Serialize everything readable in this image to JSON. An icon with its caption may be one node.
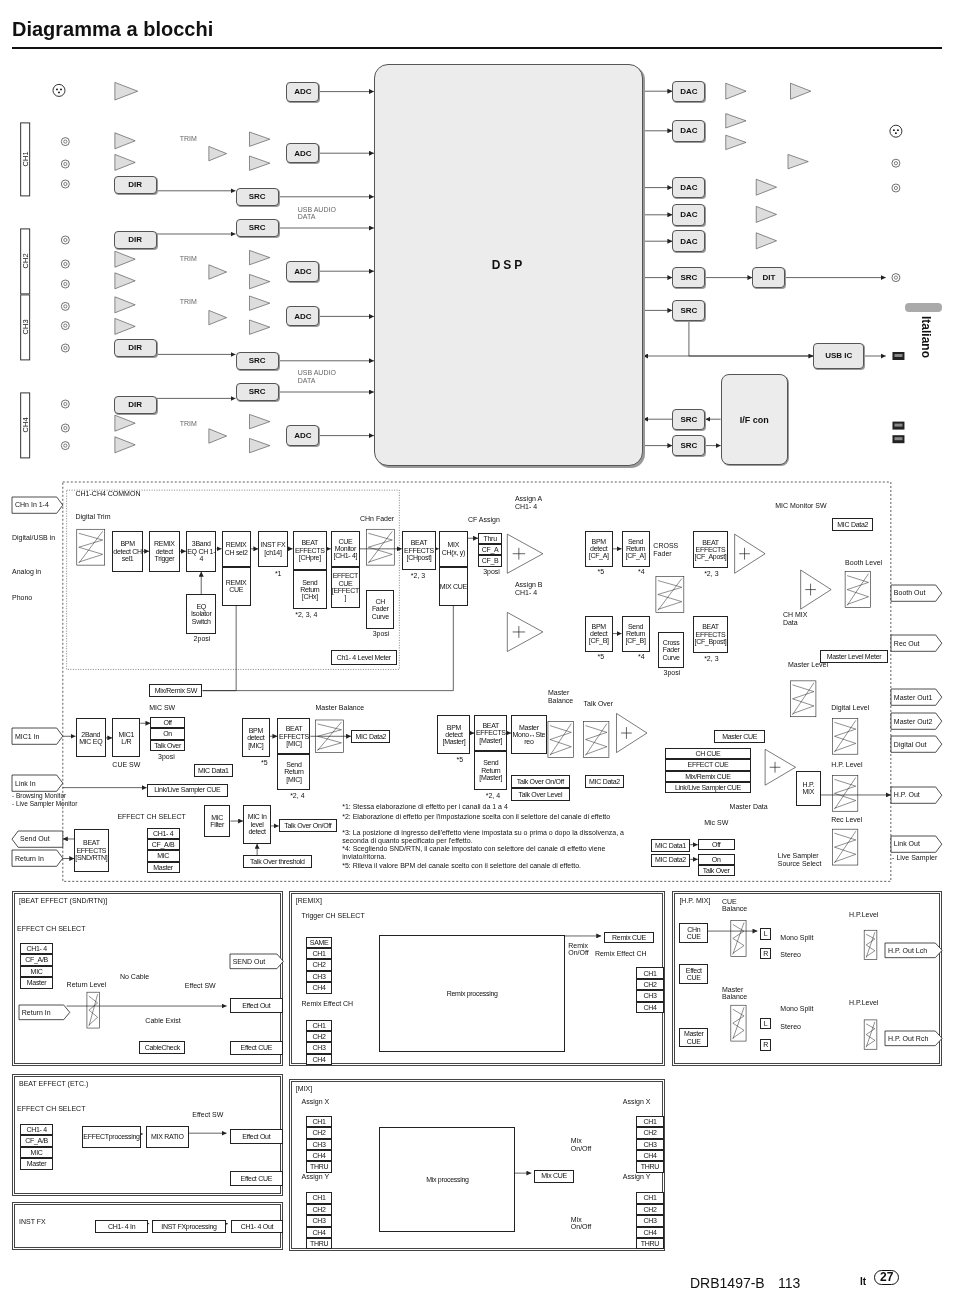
{
  "diagram": {
    "title": "Diagramma a blocchi",
    "nodes": [
      {
        "text": [
          "ADC"
        ]
      },
      {
        "text": [
          "ADC"
        ]
      },
      {
        "text": [
          "DIR"
        ]
      },
      {
        "text": [
          "SRC"
        ]
      },
      {
        "text": [
          "SRC"
        ]
      },
      {
        "text": [
          "DIR"
        ]
      },
      {
        "text": [
          "ADC"
        ]
      },
      {
        "text": [
          "ADC"
        ]
      },
      {
        "text": [
          "DIR"
        ]
      },
      {
        "text": [
          "SRC"
        ]
      },
      {
        "text": [
          "SRC"
        ]
      },
      {
        "text": [
          "DIR"
        ]
      },
      {
        "text": [
          "ADC"
        ]
      },
      {
        "text": [
          "DSP"
        ]
      },
      {
        "text": [
          "DAC"
        ]
      },
      {
        "text": [
          "DAC"
        ]
      },
      {
        "text": [
          "DAC"
        ]
      },
      {
        "text": [
          "DAC"
        ]
      },
      {
        "text": [
          "DAC"
        ]
      },
      {
        "text": [
          "SRC"
        ]
      },
      {
        "text": [
          "DIT"
        ]
      },
      {
        "text": [
          "SRC"
        ]
      },
      {
        "text": [
          "USB IC"
        ]
      },
      {
        "text": [
          "I/F con"
        ]
      },
      {
        "text": [
          "SRC"
        ]
      },
      {
        "text": [
          "SRC"
        ]
      },
      {
        "text": [
          "CH1"
        ]
      },
      {
        "text": [
          "CH2"
        ]
      },
      {
        "text": [
          "CH3"
        ]
      },
      {
        "text": [
          "CH4"
        ]
      },
      {
        "text": [
          "CHn In 1-4"
        ]
      },
      {
        "text": [
          "BPM detect CH sel1"
        ]
      },
      {
        "text": [
          "REMIX detect Trigger"
        ]
      },
      {
        "text": [
          "3Band EQ CH 1-4"
        ]
      },
      {
        "text": [
          "EQ Isolator Switch"
        ]
      },
      {
        "text": [
          "REMIX CH sel2"
        ]
      },
      {
        "text": [
          "REMIX CUE"
        ]
      },
      {
        "text": [
          "INST FX [ch14]"
        ]
      },
      {
        "text": [
          "BEAT EFFECTS [CHpre]"
        ]
      },
      {
        "text": [
          "Send Return [CHx]"
        ]
      },
      {
        "text": [
          "CUE Monitor [CH1- 4]"
        ]
      },
      {
        "text": [
          "EFFECT CUE [EFFECT]"
        ]
      },
      {
        "text": [
          "CH Fader Curve"
        ]
      },
      {
        "text": [
          "Ch1- 4 Level Meter"
        ]
      },
      {
        "text": [
          "BEAT EFFECTS [CHpost]"
        ]
      },
      {
        "text": [
          "MIX CH(x, y)"
        ]
      },
      {
        "text": [
          "MIX CUE"
        ]
      },
      {
        "text": [
          "Thru"
        ]
      },
      {
        "text": [
          "CF_A"
        ]
      },
      {
        "text": [
          "CF_B"
        ]
      },
      {
        "text": [
          "BPM detect [CF_A]"
        ]
      },
      {
        "text": [
          "Send Return [CF_A]"
        ]
      },
      {
        "text": [
          "BEAT EFFECTS [CF_Apost]"
        ]
      },
      {
        "text": [
          "BPM detect [CF_B]"
        ]
      },
      {
        "text": [
          "Send Return [CF_B]"
        ]
      },
      {
        "text": [
          "Cross Fader Curve"
        ]
      },
      {
        "text": [
          "BEAT EFFECTS [CF_Bpost]"
        ]
      },
      {
        "text": [
          "Mix/Remix SW"
        ]
      },
      {
        "text": [
          "MIC Data2"
        ]
      },
      {
        "text": [
          "Booth Out"
        ]
      },
      {
        "text": [
          "Rec Out"
        ]
      },
      {
        "text": [
          "Master Level Meter"
        ]
      },
      {
        "text": [
          "Master Out1"
        ]
      },
      {
        "text": [
          "Master Out2"
        ]
      },
      {
        "text": [
          "Digital Out"
        ]
      },
      {
        "text": [
          "H.P. Out"
        ]
      },
      {
        "text": [
          "Link Out"
        ]
      },
      {
        "text": [
          "MIC1 In"
        ]
      },
      {
        "text": [
          "2Band MIC EQ"
        ]
      },
      {
        "text": [
          "MIC1 L/R"
        ]
      },
      {
        "text": [
          "Off"
        ]
      },
      {
        "text": [
          "On"
        ]
      },
      {
        "text": [
          "Talk Over"
        ]
      },
      {
        "text": [
          "MIC Data1"
        ]
      },
      {
        "text": [
          "BPM detect [MIC]"
        ]
      },
      {
        "text": [
          "BEAT EFFECTS [MIC]"
        ]
      },
      {
        "text": [
          "Send Return [MIC]"
        ]
      },
      {
        "text": [
          "MIC Data2"
        ]
      },
      {
        "text": [
          "Link In"
        ]
      },
      {
        "text": [
          "Link/Live Sampler CUE"
        ]
      },
      {
        "text": [
          "Send Out"
        ]
      },
      {
        "text": [
          "Return In"
        ]
      },
      {
        "text": [
          "BEAT EFFECTS [SND/RTN]"
        ]
      },
      {
        "text": [
          "CH1- 4"
        ]
      },
      {
        "text": [
          "CF_A/B"
        ]
      },
      {
        "text": [
          "MIC"
        ]
      },
      {
        "text": [
          "Master"
        ]
      },
      {
        "text": [
          "MIC Filter"
        ]
      },
      {
        "text": [
          "MIC In level detect"
        ]
      },
      {
        "text": [
          "Talk Over On/Off"
        ]
      },
      {
        "text": [
          "Talk Over threshold"
        ]
      },
      {
        "text": [
          "BPM detect [Master]"
        ]
      },
      {
        "text": [
          "BEAT EFFECTS [Master]"
        ]
      },
      {
        "text": [
          "Send Return [Master]"
        ]
      },
      {
        "text": [
          "Master Mono↔Stereo"
        ]
      },
      {
        "text": [
          "Talk Over On/Off"
        ]
      },
      {
        "text": [
          "Talk Over Level"
        ]
      },
      {
        "text": [
          "MIC Data2"
        ]
      },
      {
        "text": [
          "Master CUE"
        ]
      },
      {
        "text": [
          "CH CUE"
        ]
      },
      {
        "text": [
          "EFFECT CUE"
        ]
      },
      {
        "text": [
          "Mix/Remix CUE"
        ]
      },
      {
        "text": [
          "Link/Live Sampler CUE"
        ]
      },
      {
        "text": [
          "H.P. MIX"
        ]
      },
      {
        "text": [
          "MIC Data1"
        ]
      },
      {
        "text": [
          "Off"
        ]
      },
      {
        "text": [
          "MIC Data2"
        ]
      },
      {
        "text": [
          "On"
        ]
      },
      {
        "text": [
          "Talk Over"
        ]
      },
      {
        "text": [
          "[BEAT EFFECT (SND/RTN)]"
        ]
      },
      {
        "text": [
          "CH1- 4"
        ],
        "in": 109
      },
      {
        "text": [
          "CF_A/B"
        ],
        "in": 109
      },
      {
        "text": [
          "MIC"
        ],
        "in": 109
      },
      {
        "text": [
          "Master"
        ],
        "in": 109
      },
      {
        "text": [
          "SEND Out"
        ],
        "in": 109
      },
      {
        "text": [
          "Return In"
        ],
        "in": 109
      },
      {
        "text": [
          "Effect Out"
        ],
        "in": 109
      },
      {
        "text": [
          "CableCheck"
        ],
        "in": 109
      },
      {
        "text": [
          "Effect CUE"
        ],
        "in": 109
      },
      {
        "text": [
          "[REMIX]"
        ]
      },
      {
        "text": [
          "SAME"
        ],
        "in": 119
      },
      {
        "text": [
          "CH1"
        ],
        "in": 119
      },
      {
        "text": [
          "CH2"
        ],
        "in": 119
      },
      {
        "text": [
          "CH3"
        ],
        "in": 119
      },
      {
        "text": [
          "CH4"
        ],
        "in": 119
      },
      {
        "text": [
          "CH1"
        ],
        "in": 119
      },
      {
        "text": [
          "CH2"
        ],
        "in": 119
      },
      {
        "text": [
          "CH3"
        ],
        "in": 119
      },
      {
        "text": [
          "CH4"
        ],
        "in": 119
      },
      {
        "text": [
          "Remix processing"
        ],
        "in": 119
      },
      {
        "text": [
          "Remix CUE"
        ],
        "in": 119
      },
      {
        "text": [
          "CH1"
        ],
        "in": 119
      },
      {
        "text": [
          "CH2"
        ],
        "in": 119
      },
      {
        "text": [
          "CH3"
        ],
        "in": 119
      },
      {
        "text": [
          "CH4"
        ],
        "in": 119
      },
      {
        "text": [
          "[H.P. MIX]"
        ]
      },
      {
        "text": [
          "CHn CUE"
        ],
        "in": 135
      },
      {
        "text": [
          "Effect CUE"
        ],
        "in": 135
      },
      {
        "text": [
          "L"
        ],
        "in": 135
      },
      {
        "text": [
          "R"
        ],
        "in": 135
      },
      {
        "text": [
          "H.P. Out Lch"
        ],
        "in": 135
      },
      {
        "text": [
          "Master CUE"
        ],
        "in": 135
      },
      {
        "text": [
          "L"
        ],
        "in": 135
      },
      {
        "text": [
          "R"
        ],
        "in": 135
      },
      {
        "text": [
          "H.P. Out Rch"
        ],
        "in": 135
      },
      {
        "text": [
          "BEAT EFFECT (ETC.)"
        ]
      },
      {
        "text": [
          "CH1- 4"
        ],
        "in": 145
      },
      {
        "text": [
          "CF_A/B"
        ],
        "in": 145
      },
      {
        "text": [
          "MIC"
        ],
        "in": 145
      },
      {
        "text": [
          "Master"
        ],
        "in": 145
      },
      {
        "text": [
          "EFFECTprocessing"
        ],
        "in": 145
      },
      {
        "text": [
          "MIX RATIO"
        ],
        "in": 145
      },
      {
        "text": [
          "Effect Out"
        ],
        "in": 145
      },
      {
        "text": [
          "Effect CUE"
        ],
        "in": 145
      },
      {
        "text": [
          "INST FX"
        ]
      },
      {
        "text": [
          "CH1- 4 In"
        ],
        "in": 154
      },
      {
        "text": [
          "INST FXprocessing"
        ],
        "in": 154
      },
      {
        "text": [
          "CH1- 4 Out"
        ],
        "in": 154
      },
      {
        "text": [
          "[MIX]"
        ]
      },
      {
        "text": [
          "CH1"
        ],
        "in": 158
      },
      {
        "text": [
          "CH2"
        ],
        "in": 158
      },
      {
        "text": [
          "CH3"
        ],
        "in": 158
      },
      {
        "text": [
          "CH4"
        ],
        "in": 158
      },
      {
        "text": [
          "THRU"
        ],
        "in": 158
      },
      {
        "text": [
          "CH1"
        ],
        "in": 158
      },
      {
        "text": [
          "CH2"
        ],
        "in": 158
      },
      {
        "text": [
          "CH3"
        ],
        "in": 158
      },
      {
        "text": [
          "CH4"
        ],
        "in": 158
      },
      {
        "text": [
          "THRU"
        ],
        "in": 158
      },
      {
        "text": [
          "Mix processing"
        ],
        "in": 158
      },
      {
        "text": [
          "Mix CUE"
        ],
        "in": 158
      },
      {
        "text": [
          "CH1"
        ],
        "in": 158
      },
      {
        "text": [
          "CH2"
        ],
        "in": 158
      },
      {
        "text": [
          "CH3"
        ],
        "in": 158
      },
      {
        "text": [
          "CH4"
        ],
        "in": 158
      },
      {
        "text": [
          "THRU"
        ],
        "in": 158
      },
      {
        "text": [
          "CH1"
        ],
        "in": 158
      },
      {
        "text": [
          "CH2"
        ],
        "in": 158
      },
      {
        "text": [
          "CH3"
        ],
        "in": 158
      },
      {
        "text": [
          "CH4"
        ],
        "in": 158
      },
      {
        "text": [
          "THRU"
        ],
        "in": 158
      }
    ],
    "edges": [
      {
        "from": 0,
        "to": 13,
        "arrow": "to"
      },
      {
        "from": 1,
        "to": 13,
        "arrow": "to"
      },
      {
        "from": 2,
        "to": 3,
        "arrow": "to"
      },
      {
        "from": 3,
        "to": 13,
        "arrow": "to"
      },
      {
        "from": 5,
        "to": 4,
        "arrow": "to"
      },
      {
        "from": 4,
        "to": 13,
        "arrow": "to"
      },
      {
        "from": 6,
        "to": 13,
        "arrow": "to"
      },
      {
        "from": 7,
        "to": 13,
        "arrow": "to"
      },
      {
        "from": 8,
        "to": 9,
        "arrow": "to"
      },
      {
        "from": 9,
        "to": 13,
        "arrow": "to"
      },
      {
        "from": 11,
        "to": 10,
        "arrow": "to"
      },
      {
        "from": 10,
        "to": 13,
        "arrow": "to"
      },
      {
        "from": 12,
        "to": 13,
        "arrow": "to"
      },
      {
        "from": 13,
        "to": 14,
        "arrow": "to"
      },
      {
        "from": 13,
        "to": 15,
        "arrow": "to"
      },
      {
        "from": 13,
        "to": 16,
        "arrow": "to"
      },
      {
        "from": 13,
        "to": 17,
        "arrow": "to"
      },
      {
        "from": 13,
        "to": 18,
        "arrow": "to"
      },
      {
        "from": 13,
        "to": 19,
        "arrow": "to"
      },
      {
        "from": 19,
        "to": 20,
        "arrow": "to"
      },
      {
        "from": 13,
        "to": 21,
        "arrow": "to"
      },
      {
        "from": 21,
        "to": 22,
        "arrow": "to"
      },
      {
        "from": 22,
        "to": 13,
        "arrow": "to"
      },
      {
        "from": 23,
        "to": 24,
        "arrow": "to"
      },
      {
        "from": 24,
        "to": 13,
        "arrow": "to"
      },
      {
        "from": 13,
        "to": 25,
        "arrow": "to"
      },
      {
        "from": 25,
        "to": 23,
        "arrow": "to"
      },
      {
        "from": 20,
        "to": null,
        "arrow": "to"
      },
      {
        "from": 22,
        "to": null,
        "arrow": "to"
      },
      {
        "from": 31,
        "to": 32,
        "arrow": "to"
      },
      {
        "from": 32,
        "to": 33,
        "arrow": "to"
      },
      {
        "from": 33,
        "to": 35,
        "arrow": "to"
      },
      {
        "from": 35,
        "to": 37,
        "arrow": "to"
      },
      {
        "from": 37,
        "to": 38,
        "arrow": "to"
      },
      {
        "from": 38,
        "to": 40,
        "arrow": "to"
      },
      {
        "from": 40,
        "to": 44,
        "arrow": "to"
      },
      {
        "from": 44,
        "to": 45,
        "arrow": "to"
      },
      {
        "from": 45,
        "to": 47,
        "arrow": "to"
      },
      {
        "from": 34,
        "to": 33,
        "arrow": "to"
      },
      {
        "from": 36,
        "to": 57,
        "arrow": "none"
      },
      {
        "from": 46,
        "to": 57,
        "arrow": "none"
      },
      {
        "from": 50,
        "to": 51,
        "arrow": "to"
      },
      {
        "from": 53,
        "to": 54,
        "arrow": "to"
      },
      {
        "from": 67,
        "to": 68,
        "arrow": "to"
      },
      {
        "from": 68,
        "to": 69,
        "arrow": "to"
      },
      {
        "from": 69,
        "to": 70,
        "arrow": "to"
      },
      {
        "from": 74,
        "to": 75,
        "arrow": "to"
      },
      {
        "from": 75,
        "to": 77,
        "arrow": "to"
      },
      {
        "from": 78,
        "to": 79,
        "arrow": "to"
      },
      {
        "from": 87,
        "to": 88,
        "arrow": "to"
      },
      {
        "from": 88,
        "to": 89,
        "arrow": "to"
      },
      {
        "from": 90,
        "to": 88,
        "arrow": "to"
      },
      {
        "from": 81,
        "to": 82,
        "arrow": "to"
      },
      {
        "from": 82,
        "to": 80,
        "arrow": "to"
      },
      {
        "from": 91,
        "to": 92,
        "arrow": "to"
      },
      {
        "from": 92,
        "to": 94,
        "arrow": "to"
      },
      {
        "from": 103,
        "to": 65,
        "arrow": "to"
      },
      {
        "from": 104,
        "to": 105,
        "arrow": "to"
      },
      {
        "from": 106,
        "to": 107,
        "arrow": "to"
      },
      {
        "from": 115,
        "to": 116,
        "arrow": "to"
      },
      {
        "from": 129,
        "to": 130,
        "arrow": "to"
      },
      {
        "from": 136,
        "to": 138,
        "arrow": "to"
      },
      {
        "from": 150,
        "to": 151,
        "arrow": "to"
      },
      {
        "from": 151,
        "to": 152,
        "arrow": "to"
      },
      {
        "from": 155,
        "to": 156,
        "arrow": "to"
      },
      {
        "from": 156,
        "to": 157,
        "arrow": "to"
      },
      {
        "from": 169,
        "to": 170,
        "arrow": "to"
      }
    ],
    "labels": [
      "Italiano",
      "TRIM",
      "TRIM",
      "TRIM",
      "TRIM",
      "USB AUDIO DATA",
      "USB AUDIO DATA",
      "CH1-CH4 COMMON",
      "Digital Trim",
      "Digital/USB in",
      "Analog in",
      "Phono",
      "2posi",
      "*1",
      "*2, 3, 4",
      "CHn Fader",
      "3posi",
      "*2, 3",
      "CF Assign",
      "3posi",
      "Assign A CH1- 4",
      "Assign B CH1- 4",
      "*5",
      "*4",
      "CROSS Fader",
      "*2, 3",
      "*5",
      "*4",
      "3posi",
      "*2, 3",
      "MIC Monitor SW",
      "Booth Level",
      "CH MIX Data",
      "Master Level",
      "MIC SW",
      "3posi",
      "CUE SW",
      "*5",
      "Master Balance",
      "- Browsing Monitor",
      "*2, 4",
      "- Live Sampler Monitor",
      "EFFECT CH SELECT",
      "*5",
      "*2, 4",
      "Master Balance",
      "Talk Over",
      "Digital Level",
      "H.P. Level",
      "Master Data",
      "Mic SW",
      "Rec Level",
      "Live Sampler Source Select",
      "- Live Sampler",
      "*1: Stessa elaborazione di effetto per i canali da 1 a 4",
      "*2: Elaborazione di effetto per l'impostazione scelta con il selettore del canale di effetto",
      "*3: La posizione di ingresso dell'effetto viene impostata su o prima o dopo la dissolvenza, a seconda di quanto specificato per l'effetto.",
      "*4: Scegliendo SND/RTN, il canale impostato con selettore del canale di effetto viene inviato/ritorna.",
      "*5: Rileva il valore BPM del canale scelto con il selettore del canale di effetto.",
      "EFFECT CH SELECT",
      "Return Level",
      "No Cable",
      "Effect SW",
      "Cable Exist",
      "Trigger CH SELECT",
      "Remix Effect CH",
      "Remix On/Off",
      "Remix Effect CH",
      "CUE Balance",
      "Mono Split",
      "Stereo",
      "H.P.Level",
      "Master Balance",
      "Mono Split",
      "Stereo",
      "H.P.Level",
      "EFFECT CH SELECT",
      "Effect SW",
      "Assign X",
      "Assign Y",
      "Mix On/Off",
      "Assign X",
      "Mix On/Off",
      "Assign Y",
      "It",
      "27",
      "DRB1497-B",
      "113"
    ]
  }
}
